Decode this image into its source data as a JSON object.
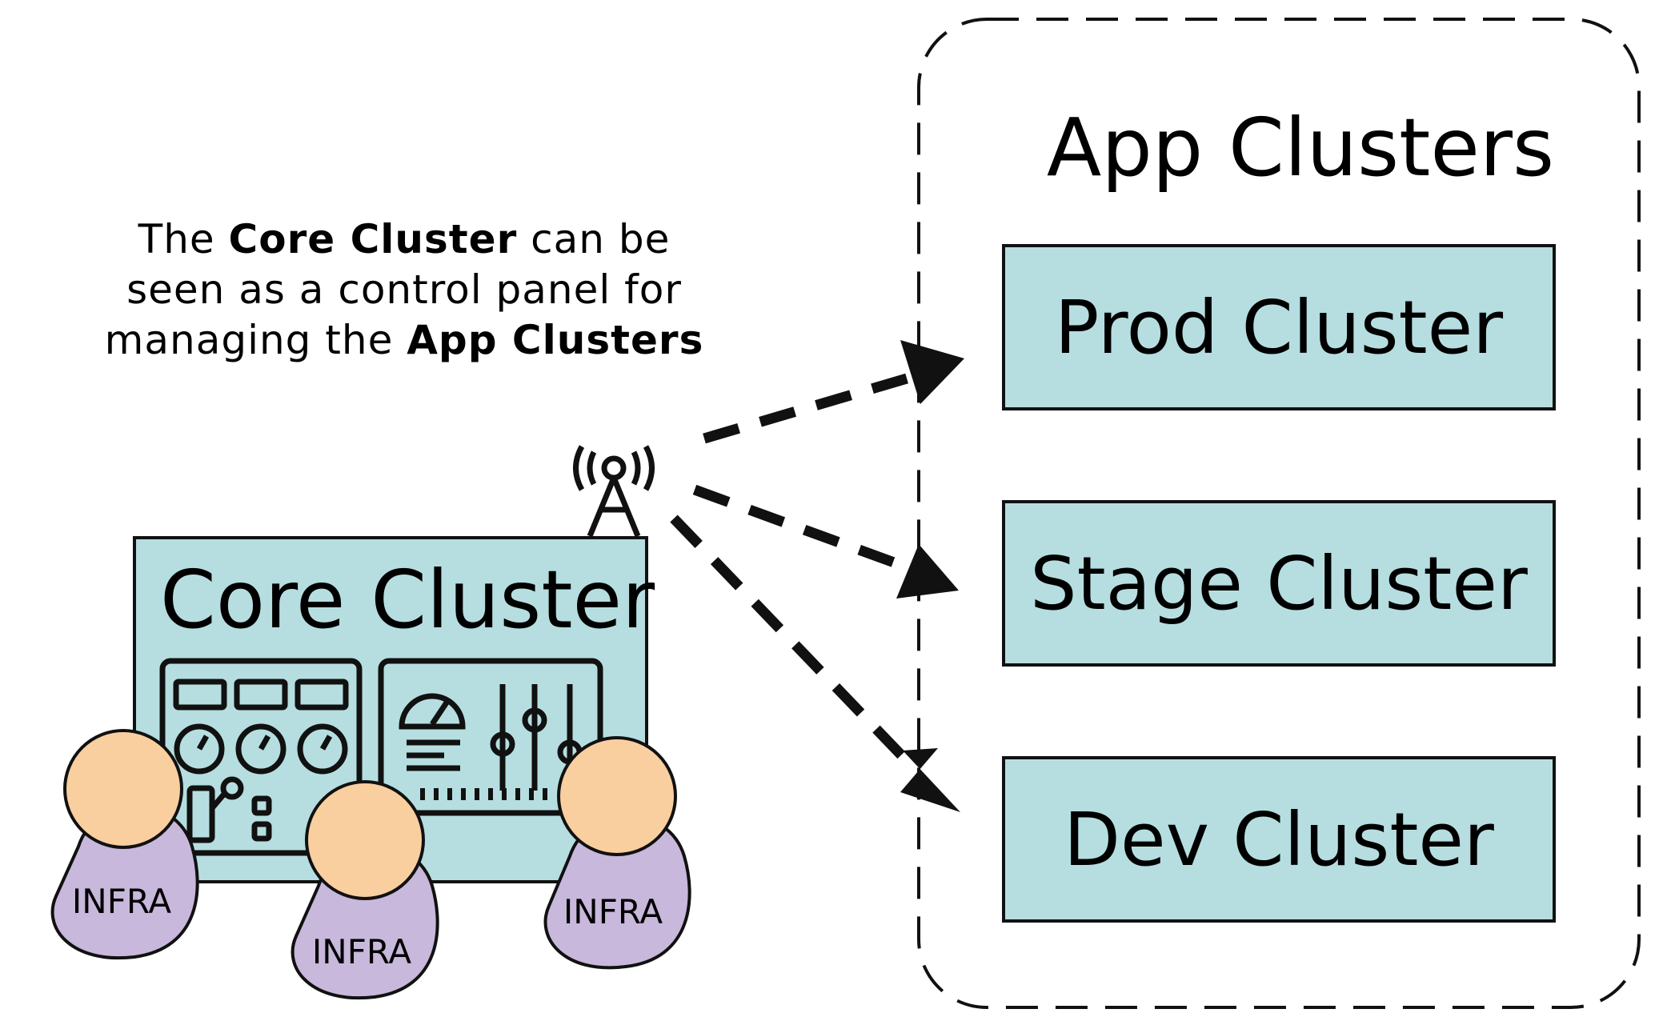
{
  "note": {
    "part1": "The ",
    "bold1": "Core Cluster",
    "part2": " can be",
    "line2": "seen as a control panel for",
    "part3": "managing the ",
    "bold2": "App Clusters"
  },
  "app_clusters": {
    "title": "App Clusters",
    "clusters": [
      {
        "label": "Prod Cluster"
      },
      {
        "label": "Stage Cluster"
      },
      {
        "label": "Dev Cluster"
      }
    ]
  },
  "core_cluster": {
    "label": "Core Cluster"
  },
  "people": [
    {
      "badge": "INFRA"
    },
    {
      "badge": "INFRA"
    },
    {
      "badge": "INFRA"
    }
  ],
  "colors": {
    "box_fill": "#b6dee0",
    "head_fill": "#f9cfa0",
    "body_fill": "#c8b8dc",
    "stroke": "#111111"
  }
}
